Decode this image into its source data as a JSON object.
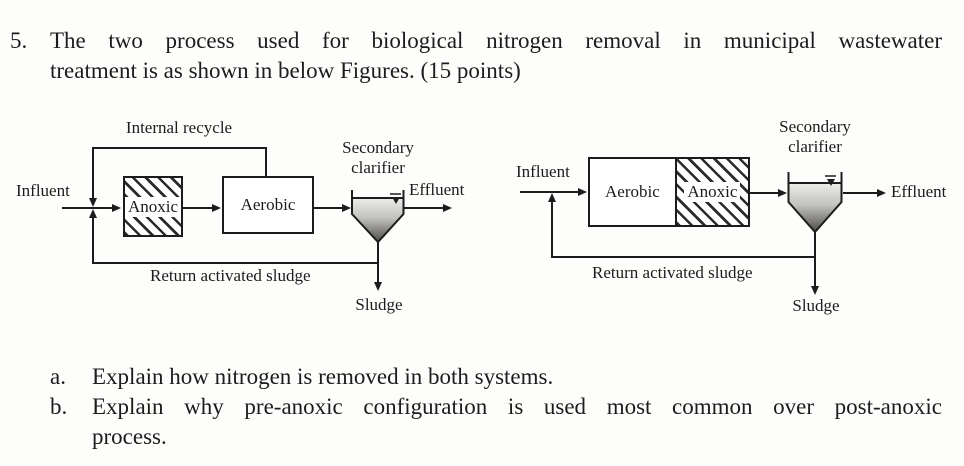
{
  "colors": {
    "ink": "#1c1c1c",
    "paper": "#fdfdfb"
  },
  "question": {
    "number": "5.",
    "line1": "The two process used for biological nitrogen removal in municipal wastewater",
    "line2": "treatment is as shown in below Figures. (15 points)"
  },
  "figure_left": {
    "internal_recycle": "Internal recycle",
    "influent": "Influent",
    "anoxic": "Anoxic",
    "aerobic": "Aerobic",
    "clarifier_line1": "Secondary",
    "clarifier_line2": "clarifier",
    "effluent": "Effluent",
    "return_sludge": "Return activated sludge",
    "sludge": "Sludge"
  },
  "figure_right": {
    "influent": "Influent",
    "aerobic": "Aerobic",
    "anoxic": "Anoxic",
    "clarifier_line1": "Secondary",
    "clarifier_line2": "clarifier",
    "effluent": "Effluent",
    "return_sludge": "Return activated sludge",
    "sludge": "Sludge"
  },
  "subquestions": {
    "a_label": "a.",
    "a_text": "Explain how nitrogen is removed in both systems.",
    "b_label": "b.",
    "b_line1": "Explain why pre-anoxic configuration is used most common over post-anoxic",
    "b_line2": "process."
  }
}
